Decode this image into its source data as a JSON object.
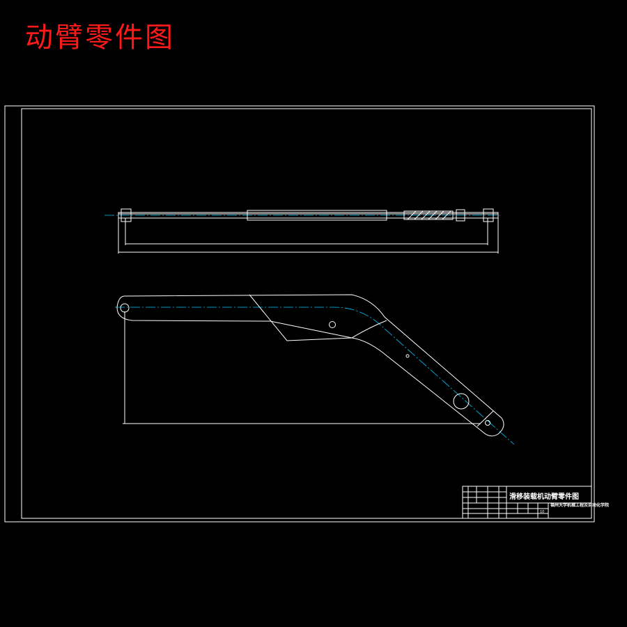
{
  "drawing": {
    "heading": "动臂零件图",
    "title_block": {
      "part_title": "滑移装载机动臂零件图",
      "organization": "福州大学机械工程及自动化学院",
      "sheet_number": "10"
    },
    "colors": {
      "heading": "#ff1a1a",
      "geometry": "#ffffff",
      "centerline": "#00c8ff",
      "background": "#000000"
    }
  }
}
